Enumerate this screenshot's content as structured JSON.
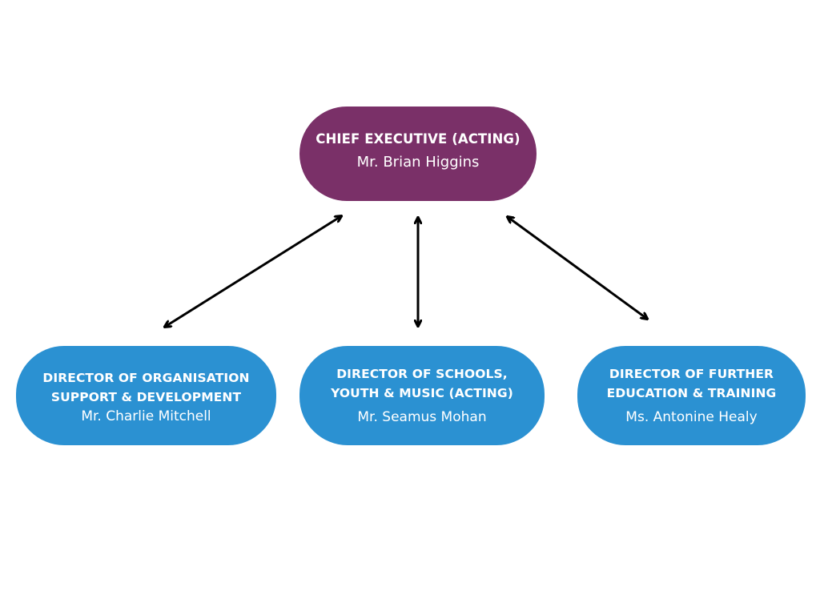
{
  "colors": {
    "ceo_fill": "#7a3068",
    "director_fill": "#2b91d2",
    "arrow": "#000000",
    "text": "#ffffff"
  },
  "ceo": {
    "role": "CHIEF EXECUTIVE (ACTING)",
    "name": "Mr. Brian Higgins"
  },
  "directors": [
    {
      "role": "DIRECTOR OF ORGANISATION\nSUPPORT & DEVELOPMENT",
      "name": "Mr. Charlie Mitchell"
    },
    {
      "role": "DIRECTOR OF SCHOOLS,\nYOUTH & MUSIC (ACTING)",
      "name": "Mr. Seamus Mohan"
    },
    {
      "role": "DIRECTOR OF FURTHER\nEDUCATION & TRAINING",
      "name": "Ms. Antonine Healy"
    }
  ],
  "connectors": [
    {
      "from": "ceo",
      "to": "directors.0",
      "type": "double-arrow"
    },
    {
      "from": "ceo",
      "to": "directors.1",
      "type": "double-arrow"
    },
    {
      "from": "ceo",
      "to": "directors.2",
      "type": "double-arrow"
    }
  ]
}
